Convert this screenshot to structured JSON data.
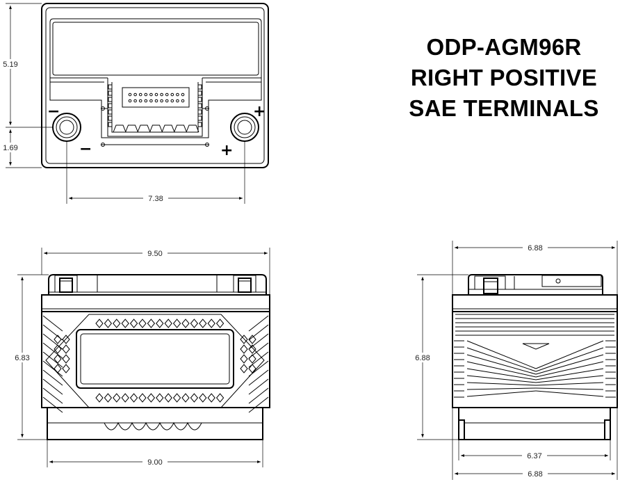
{
  "title": {
    "line1": "ODP-AGM96R",
    "line2": "RIGHT POSITIVE",
    "line3": "SAE TERMINALS"
  },
  "terminals": {
    "negative_sign": "−",
    "positive_sign": "+"
  },
  "dimensions": {
    "top_height": "5.19",
    "top_terminal_height": "1.69",
    "terminal_spacing": "7.38",
    "front_top_width": "9.50",
    "front_height": "6.83",
    "front_bottom_width": "9.00",
    "side_top_width": "6.88",
    "side_height": "6.88",
    "side_base_width": "6.37",
    "side_bottom_width": "6.88"
  }
}
